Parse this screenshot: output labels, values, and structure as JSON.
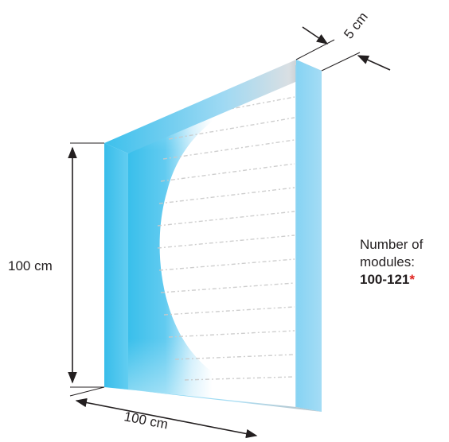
{
  "dimensions": {
    "height": "100 cm",
    "width": "100 cm",
    "depth": "5 cm"
  },
  "modules": {
    "label_line1": "Number of",
    "label_line2": "modules:",
    "count": "100-121",
    "marker": "*"
  },
  "colors": {
    "panel_blue": "#3fc3ee",
    "panel_light_blue": "#a9dcf4",
    "marker_red": "#e0231f",
    "line_dark": "#231f20"
  }
}
